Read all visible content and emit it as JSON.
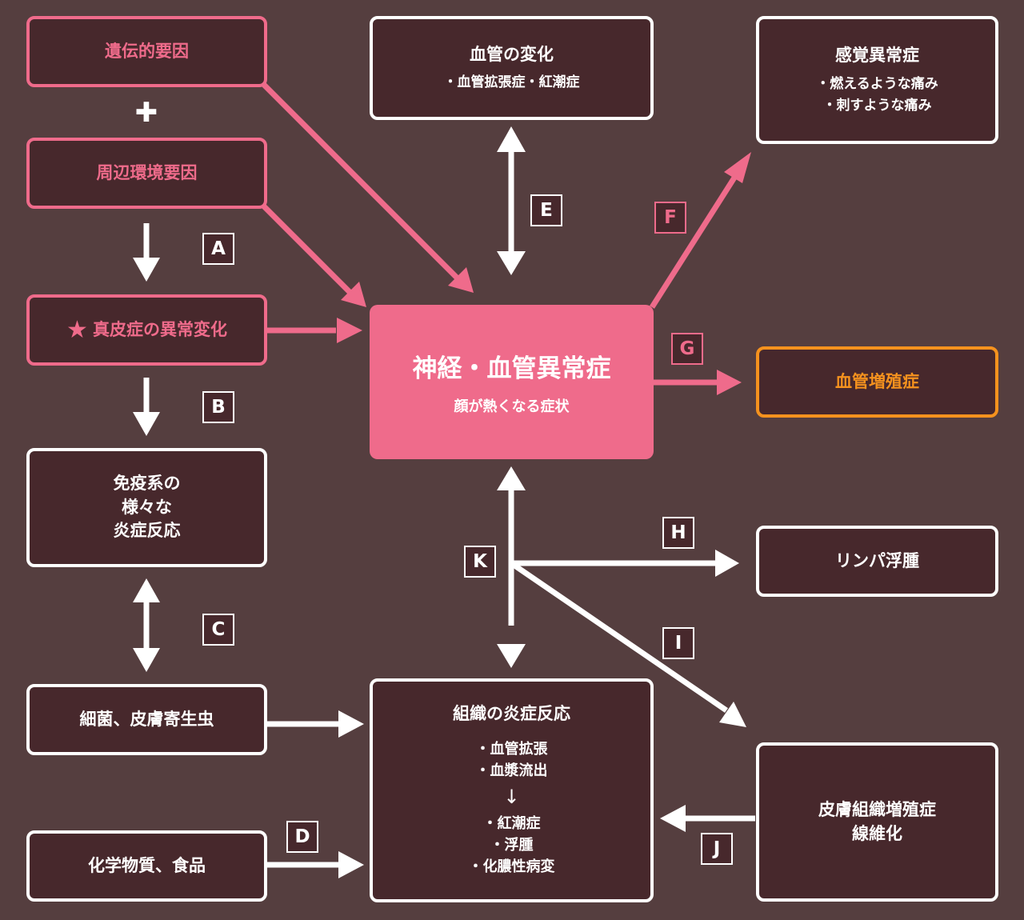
{
  "boxes": {
    "genetic": "遺伝的要因",
    "plus": "✚",
    "environment": "周辺環境要因",
    "dermis": {
      "star": "★",
      "text": "真皮症の異常変化"
    },
    "immune": [
      "免疫系の",
      "様々な",
      "炎症反応"
    ],
    "bacteria": "細菌、皮膚寄生虫",
    "chemicals": "化学物質、食品",
    "vascular_change": {
      "title": "血管の変化",
      "items": [
        "・血管拡張症・紅潮症"
      ]
    },
    "sensory": {
      "title": "感覚異常症",
      "items": [
        "・燃えるような痛み",
        "・刺すような痛み"
      ]
    },
    "center": {
      "title": "神経・血管異常症",
      "subtitle": "顔が熱くなる症状"
    },
    "vascular_proliferation": "血管増殖症",
    "lymph": "リンパ浮腫",
    "tissue_inflammation": {
      "title": "組織の炎症反応",
      "items_top": [
        "・血管拡張",
        "・血漿流出"
      ],
      "arrow": "↓",
      "items_bottom": [
        "・紅潮症",
        "・浮腫",
        "・化膿性病変"
      ]
    },
    "skin_tissue": [
      "皮膚組織増殖症",
      "線維化"
    ]
  },
  "labels": {
    "A": "A",
    "B": "B",
    "C": "C",
    "D": "D",
    "E": "E",
    "F": "F",
    "G": "G",
    "H": "H",
    "I": "I",
    "J": "J",
    "K": "K"
  },
  "colors": {
    "background": "#553e3f",
    "box_fill": "#47282c",
    "pink": "#ef6b8b",
    "orange": "#f5921e",
    "white": "#ffffff"
  }
}
